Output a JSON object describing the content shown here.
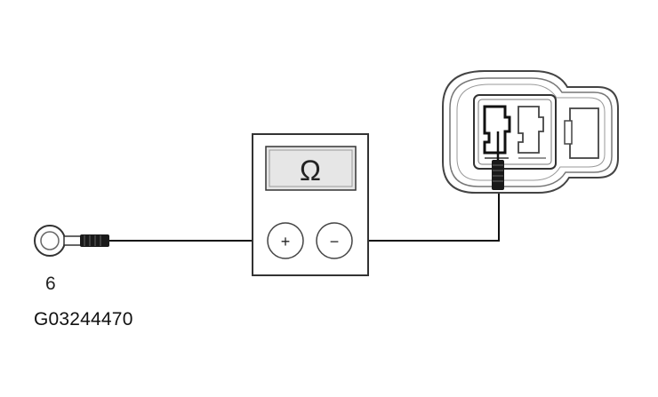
{
  "diagram": {
    "terminal_number": "6",
    "meter_symbol": "Ω",
    "meter_plus": "+",
    "meter_minus": "−",
    "figure_id": "G03244470"
  },
  "colors": {
    "line": "#111111",
    "outline": "#333333",
    "screen_fill": "#e6e6e6",
    "probe_fill": "#1a1a1a"
  }
}
